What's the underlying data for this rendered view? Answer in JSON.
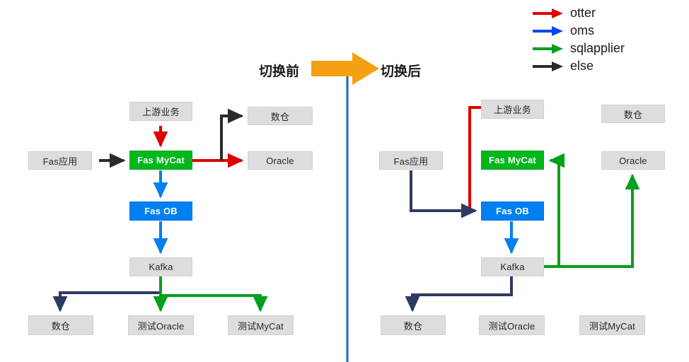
{
  "legend": {
    "items": [
      {
        "label": "otter",
        "color": "#e00000",
        "icon": "arrow-right-icon"
      },
      {
        "label": "oms",
        "color": "#0047f0",
        "icon": "arrow-right-icon"
      },
      {
        "label": "sqlapplier",
        "color": "#00a01c",
        "icon": "arrow-right-icon"
      },
      {
        "label": "else",
        "color": "#2b2b2b",
        "icon": "arrow-right-icon"
      }
    ]
  },
  "divider": {
    "before_label": "切换前",
    "after_label": "切换后",
    "arrow_color": "#f5a011",
    "line_color": "#1668c3"
  },
  "colors": {
    "grey_box": "#dedddd",
    "green_box": "#00b81c",
    "blue_box": "#0080f0",
    "otter_red": "#e00000",
    "oms_blue": "#0080f0",
    "sqlapplier_green": "#00a01c",
    "else_black": "#2b2b2b",
    "navy": "#2e3a62"
  },
  "before": {
    "title": "切换前",
    "nodes": [
      {
        "id": "fas-app",
        "label": "Fas应用",
        "style": "grey"
      },
      {
        "id": "upstream",
        "label": "上游业务",
        "style": "grey"
      },
      {
        "id": "fas-mycat",
        "label": "Fas MyCat",
        "style": "green"
      },
      {
        "id": "fas-ob",
        "label": "Fas OB",
        "style": "blue"
      },
      {
        "id": "kafka",
        "label": "Kafka",
        "style": "grey"
      },
      {
        "id": "warehouse-top",
        "label": "数仓",
        "style": "grey"
      },
      {
        "id": "oracle",
        "label": "Oracle",
        "style": "grey"
      },
      {
        "id": "warehouse-bottom",
        "label": "数仓",
        "style": "grey"
      },
      {
        "id": "test-oracle",
        "label": "测试Oracle",
        "style": "grey"
      },
      {
        "id": "test-mycat",
        "label": "测试MyCat",
        "style": "grey"
      }
    ],
    "edges": [
      {
        "from": "upstream",
        "to": "fas-mycat",
        "type": "otter"
      },
      {
        "from": "fas-app",
        "to": "fas-mycat",
        "type": "else"
      },
      {
        "from": "fas-mycat",
        "to": "oracle",
        "type": "otter"
      },
      {
        "from": "fas-mycat",
        "to": "warehouse-top",
        "type": "else"
      },
      {
        "from": "fas-mycat",
        "to": "fas-ob",
        "type": "oms"
      },
      {
        "from": "fas-ob",
        "to": "kafka",
        "type": "oms"
      },
      {
        "from": "kafka",
        "to": "warehouse-bottom",
        "type": "oms"
      },
      {
        "from": "kafka",
        "to": "test-oracle",
        "type": "sqlapplier"
      },
      {
        "from": "kafka",
        "to": "test-mycat",
        "type": "sqlapplier"
      }
    ]
  },
  "after": {
    "title": "切换后",
    "nodes": [
      {
        "id": "fas-app",
        "label": "Fas应用",
        "style": "grey"
      },
      {
        "id": "upstream",
        "label": "上游业务",
        "style": "grey"
      },
      {
        "id": "fas-mycat",
        "label": "Fas MyCat",
        "style": "green"
      },
      {
        "id": "fas-ob",
        "label": "Fas OB",
        "style": "blue"
      },
      {
        "id": "kafka",
        "label": "Kafka",
        "style": "grey"
      },
      {
        "id": "warehouse-top",
        "label": "数仓",
        "style": "grey"
      },
      {
        "id": "oracle",
        "label": "Oracle",
        "style": "grey"
      },
      {
        "id": "warehouse-bottom",
        "label": "数仓",
        "style": "grey"
      },
      {
        "id": "test-oracle",
        "label": "测试Oracle",
        "style": "grey"
      },
      {
        "id": "test-mycat",
        "label": "测试MyCat",
        "style": "grey"
      }
    ],
    "edges": [
      {
        "from": "upstream",
        "to": "fas-ob",
        "type": "otter"
      },
      {
        "from": "fas-app",
        "to": "fas-ob",
        "type": "oms"
      },
      {
        "from": "fas-ob",
        "to": "kafka",
        "type": "oms"
      },
      {
        "from": "kafka",
        "to": "fas-mycat",
        "type": "sqlapplier"
      },
      {
        "from": "kafka",
        "to": "oracle",
        "type": "sqlapplier"
      },
      {
        "from": "kafka",
        "to": "warehouse-bottom",
        "type": "oms"
      }
    ]
  }
}
